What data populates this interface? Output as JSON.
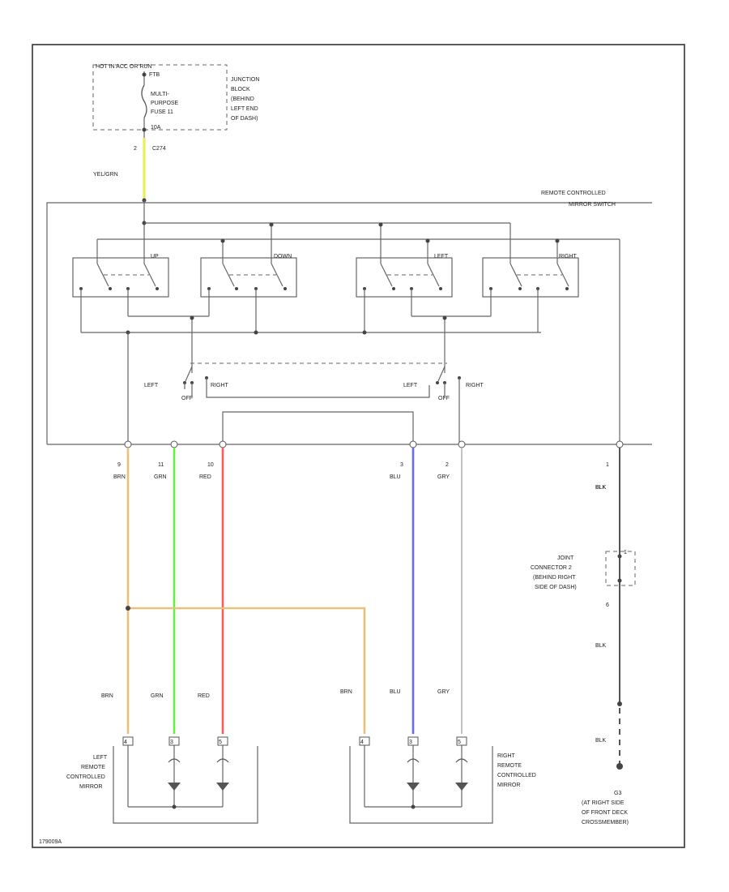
{
  "top": {
    "hot_label": "HOT IN ACC OR RUN",
    "fuse_id": "FTB",
    "fuse_lines": [
      "MULTI-",
      "PURPOSE",
      "FUSE 11",
      "10A"
    ],
    "junction_lines": [
      "JUNCTION",
      "BLOCK",
      "(BEHIND",
      "LEFT END",
      "OF DASH)"
    ],
    "pin": "2",
    "connector": "C274",
    "wire_color": "YEL/GRN"
  },
  "switch_block": {
    "title_lines": [
      "REMOTE CONTROLLED",
      "MIRROR SWITCH"
    ],
    "sections": [
      "UP",
      "DOWN",
      "LEFT",
      "RIGHT"
    ],
    "selector_left": {
      "left": "LEFT",
      "off": "OFF",
      "right": "RIGHT"
    },
    "selector_right": {
      "left": "LEFT",
      "off": "OFF",
      "right": "RIGHT"
    }
  },
  "wires": [
    {
      "pin": "9",
      "color_code": "BRN",
      "color": "#e8c27a"
    },
    {
      "pin": "11",
      "color_code": "GRN",
      "color": "#66ee44"
    },
    {
      "pin": "10",
      "color_code": "RED",
      "color": "#ff5a5a"
    },
    {
      "pin": "3",
      "color_code": "BLU",
      "color": "#6a6aff"
    },
    {
      "pin": "2",
      "color_code": "GRY",
      "color": "#bbbbbb"
    },
    {
      "pin": "1",
      "color_code": "BLK",
      "color": "#555555"
    }
  ],
  "lower_wire_labels": [
    "BRN",
    "GRN",
    "RED",
    "BRN",
    "BLU",
    "GRY"
  ],
  "ground": {
    "joint_lines": [
      "JOINT",
      "CONNECTOR 2",
      "(BEHIND RIGHT",
      "SIDE OF DASH)"
    ],
    "pin_top": "1",
    "pin_bottom": "6",
    "blk1": "BLK",
    "blk2": "BLK",
    "blk3": "BLK",
    "ground_id": "G3",
    "ground_lines": [
      "(AT RIGHT SIDE",
      "OF FRONT DECK",
      "CROSSMEMBER)"
    ]
  },
  "left_mirror": {
    "pins": [
      "4",
      "3",
      "5"
    ],
    "label_lines": [
      "LEFT",
      "REMOTE",
      "CONTROLLED",
      "MIRROR"
    ]
  },
  "right_mirror": {
    "pins": [
      "4",
      "3",
      "5"
    ],
    "label_lines": [
      "RIGHT",
      "REMOTE",
      "CONTROLLED",
      "MIRROR"
    ]
  },
  "footer_code": "179009A"
}
